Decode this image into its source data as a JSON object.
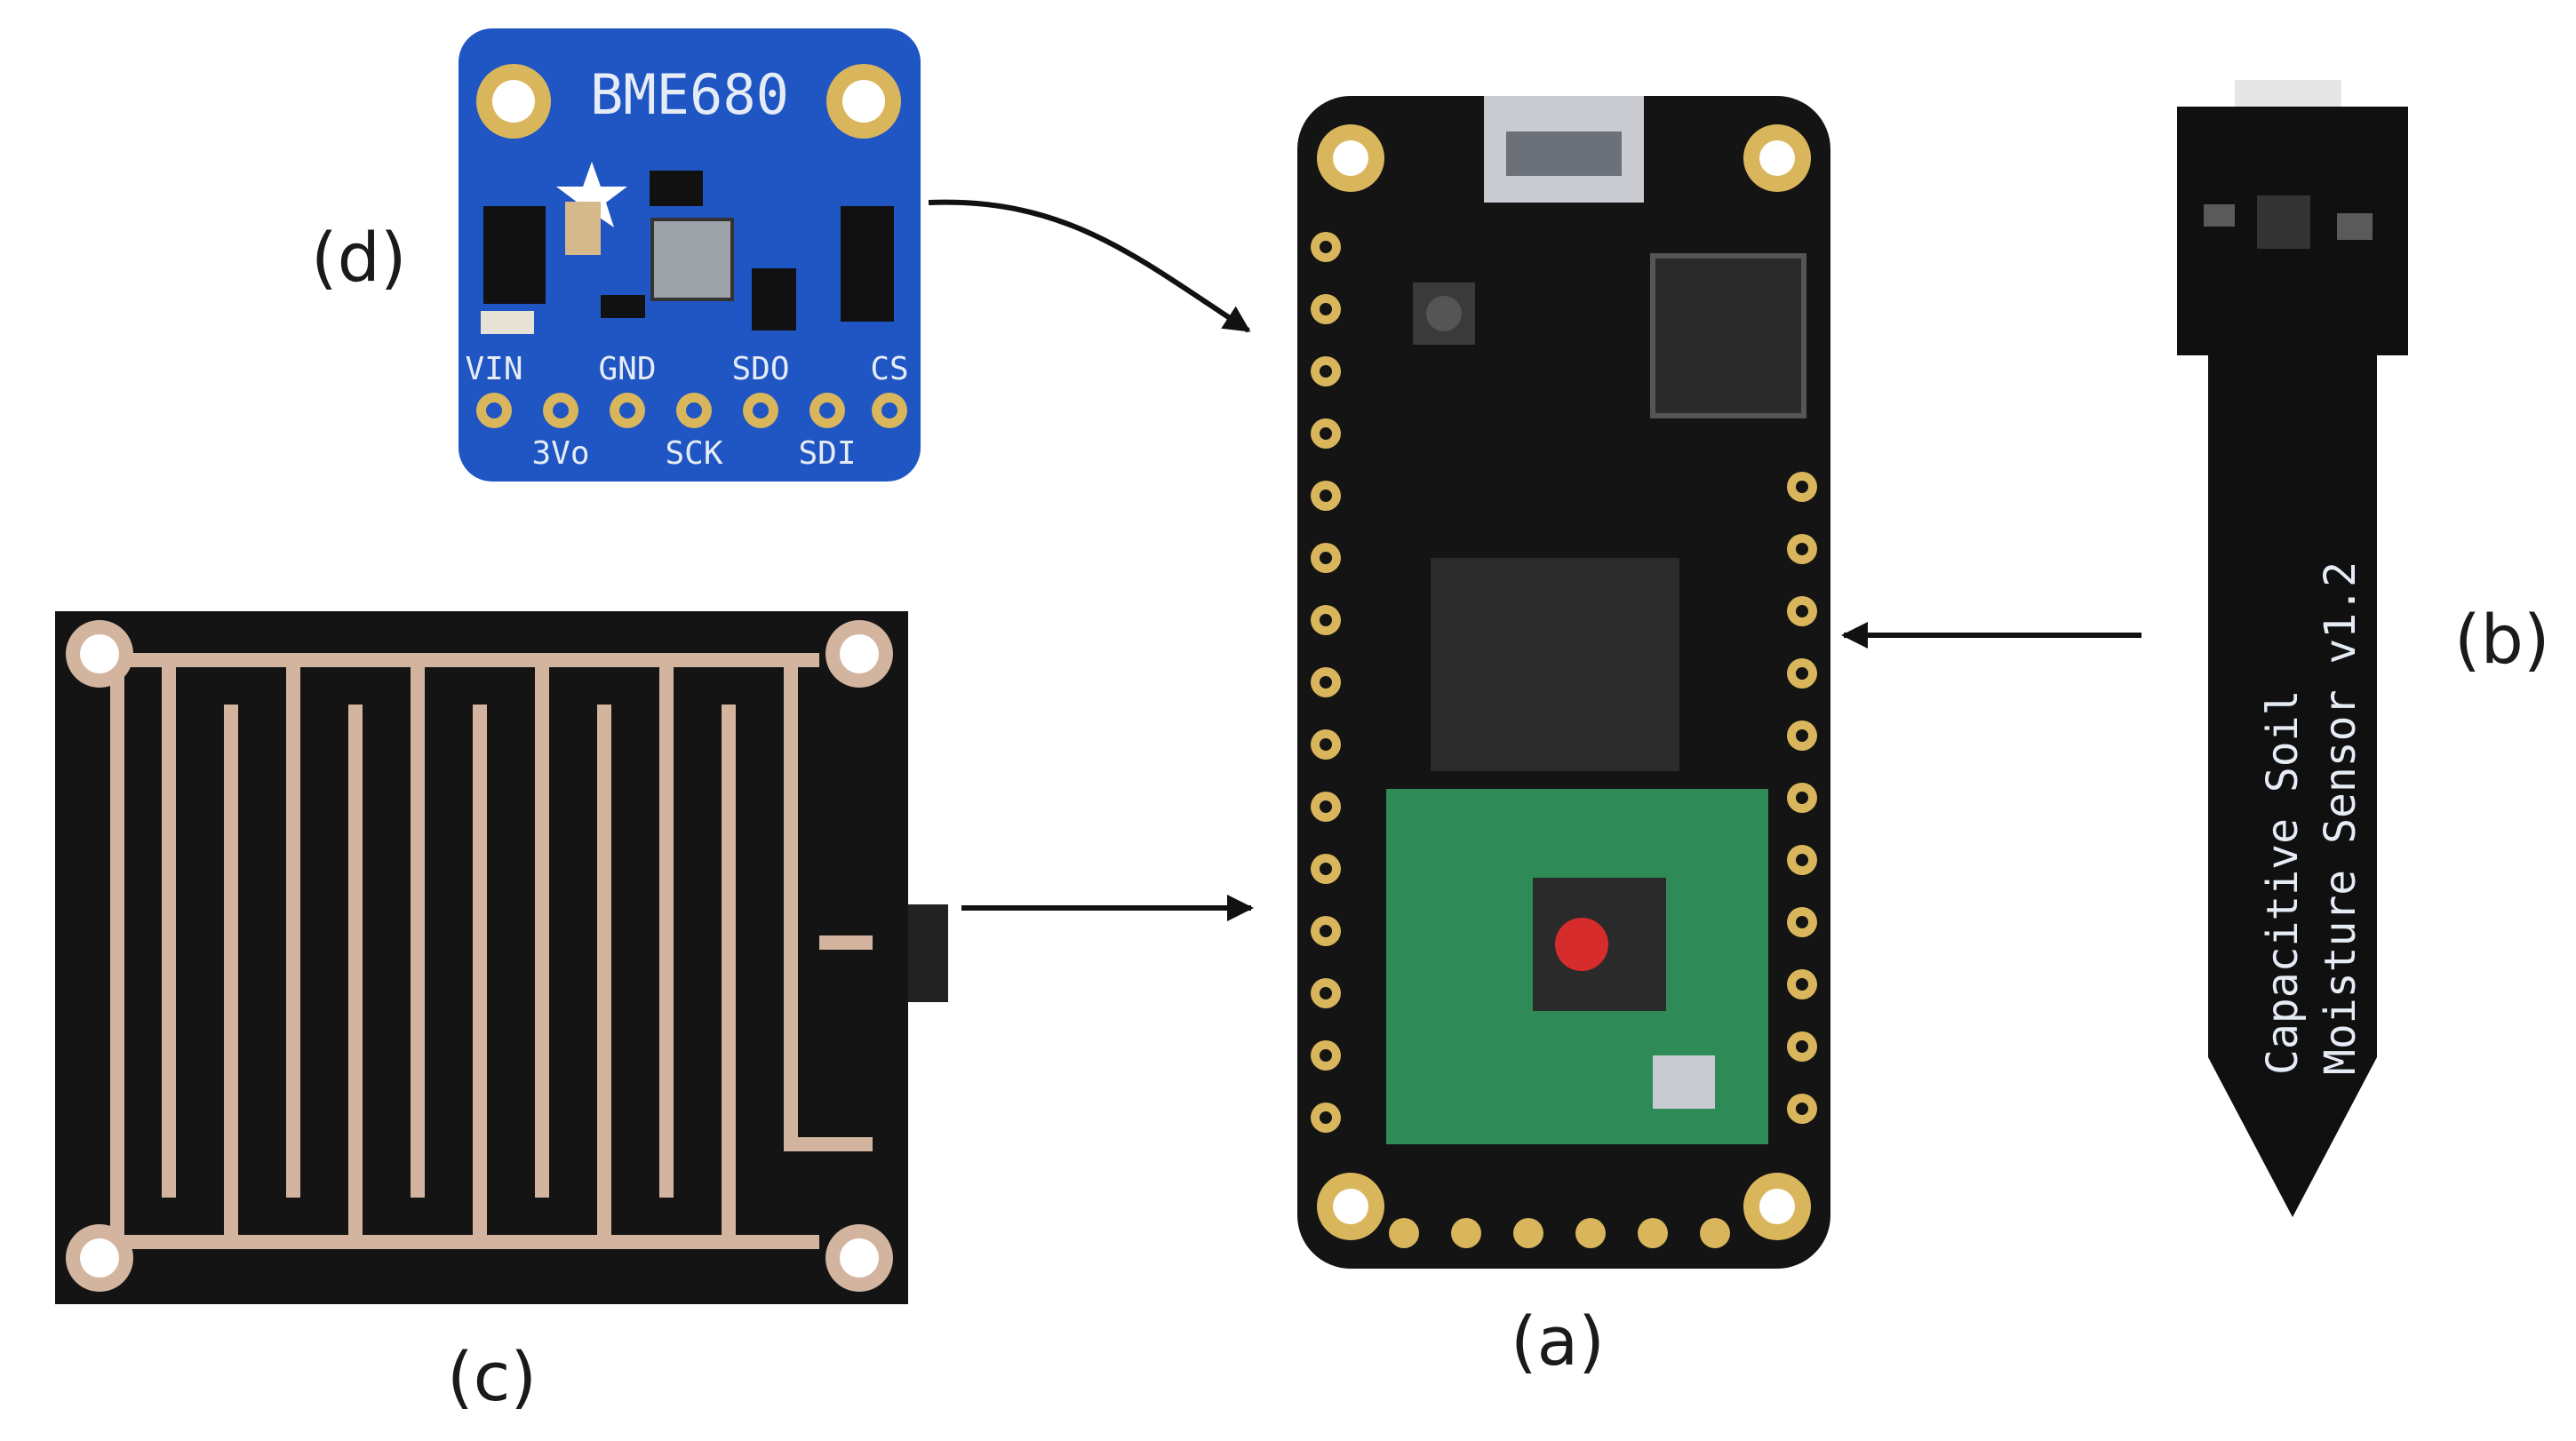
{
  "labels": {
    "a": "(a)",
    "b": "(b)",
    "c": "(c)",
    "d": "(d)"
  },
  "bme680": {
    "title": "BME680",
    "pins_top": [
      "VIN",
      "GND",
      "SDO",
      "CS"
    ],
    "pins_bottom": [
      "3Vo",
      "SCK",
      "SDI"
    ]
  },
  "soil_sensor": {
    "line1": "Capacitive Soil",
    "line2": "Moisture Sensor v1.2"
  },
  "colors": {
    "bme_board": "#1f56c4",
    "feather_board": "#141414",
    "lora_module": "#2e8b57",
    "rain_copper": "#d3b49e",
    "soil_board": "#101010",
    "arrow": "#111111"
  }
}
